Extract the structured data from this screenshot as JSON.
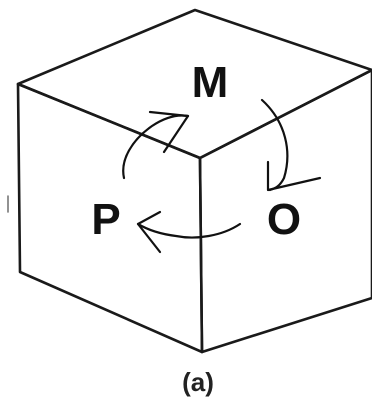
{
  "diagram": {
    "faces": {
      "top": "M",
      "right": "O",
      "left": "P"
    },
    "caption": "(a)",
    "cycle": [
      "M",
      "O",
      "P"
    ]
  }
}
